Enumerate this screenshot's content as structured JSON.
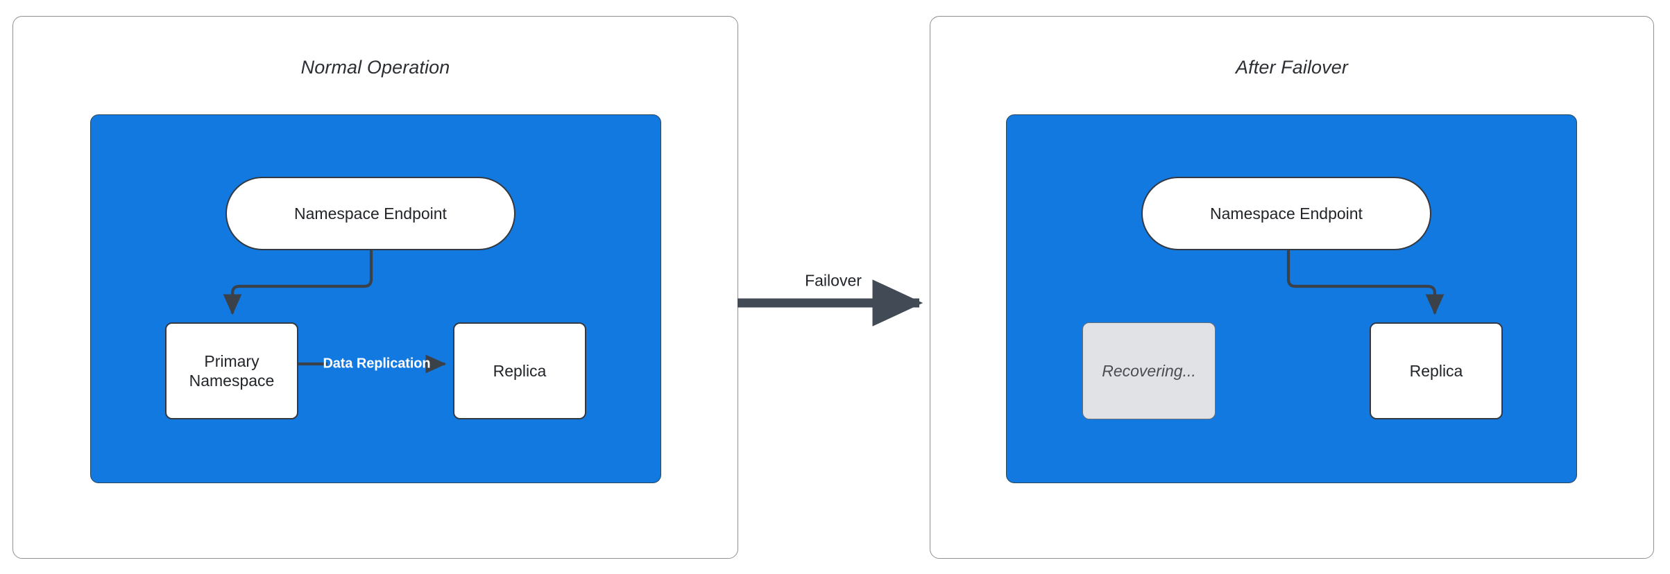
{
  "diagram": {
    "title_text_style": "italic",
    "colors": {
      "panel_border": "#8d8f92",
      "blue_region": "#1279e0",
      "node_border": "#333942",
      "node_fill": "#ffffff",
      "muted_fill": "#e0e2e5",
      "edge_stroke": "#3a4149",
      "label_on_blue": "#ffffff",
      "text": "#222529"
    },
    "panels": [
      {
        "id": "normal-operation",
        "title": "Normal Operation",
        "nodes": [
          {
            "id": "endpoint-left",
            "label": "Namespace Endpoint",
            "shape": "pill",
            "state": "active"
          },
          {
            "id": "primary-left",
            "label": "Primary\nNamespace",
            "shape": "rect",
            "state": "active"
          },
          {
            "id": "replica-left",
            "label": "Replica",
            "shape": "rect",
            "state": "active"
          }
        ],
        "edges": [
          {
            "from": "endpoint-left",
            "to": "primary-left",
            "label": ""
          },
          {
            "from": "primary-left",
            "to": "replica-left",
            "label": "Data Replication"
          }
        ]
      },
      {
        "id": "after-failover",
        "title": "After Failover",
        "nodes": [
          {
            "id": "endpoint-right",
            "label": "Namespace Endpoint",
            "shape": "pill",
            "state": "active"
          },
          {
            "id": "recovering",
            "label": "Recovering...",
            "shape": "rect",
            "state": "recovering"
          },
          {
            "id": "replica-right",
            "label": "Replica",
            "shape": "rect",
            "state": "active"
          }
        ],
        "edges": [
          {
            "from": "endpoint-right",
            "to": "replica-right",
            "label": ""
          }
        ]
      }
    ],
    "transition": {
      "label": "Failover",
      "from_panel": "normal-operation",
      "to_panel": "after-failover"
    },
    "node_labels": {
      "endpoint_left": "Namespace Endpoint",
      "primary_line1": "Primary",
      "primary_line2": "Namespace",
      "replica_left": "Replica",
      "endpoint_right": "Namespace Endpoint",
      "recovering": "Recovering...",
      "replica_right": "Replica"
    },
    "edge_labels": {
      "data_replication": "Data Replication",
      "failover": "Failover"
    },
    "panel_titles": {
      "left": "Normal Operation",
      "right": "After Failover"
    }
  }
}
